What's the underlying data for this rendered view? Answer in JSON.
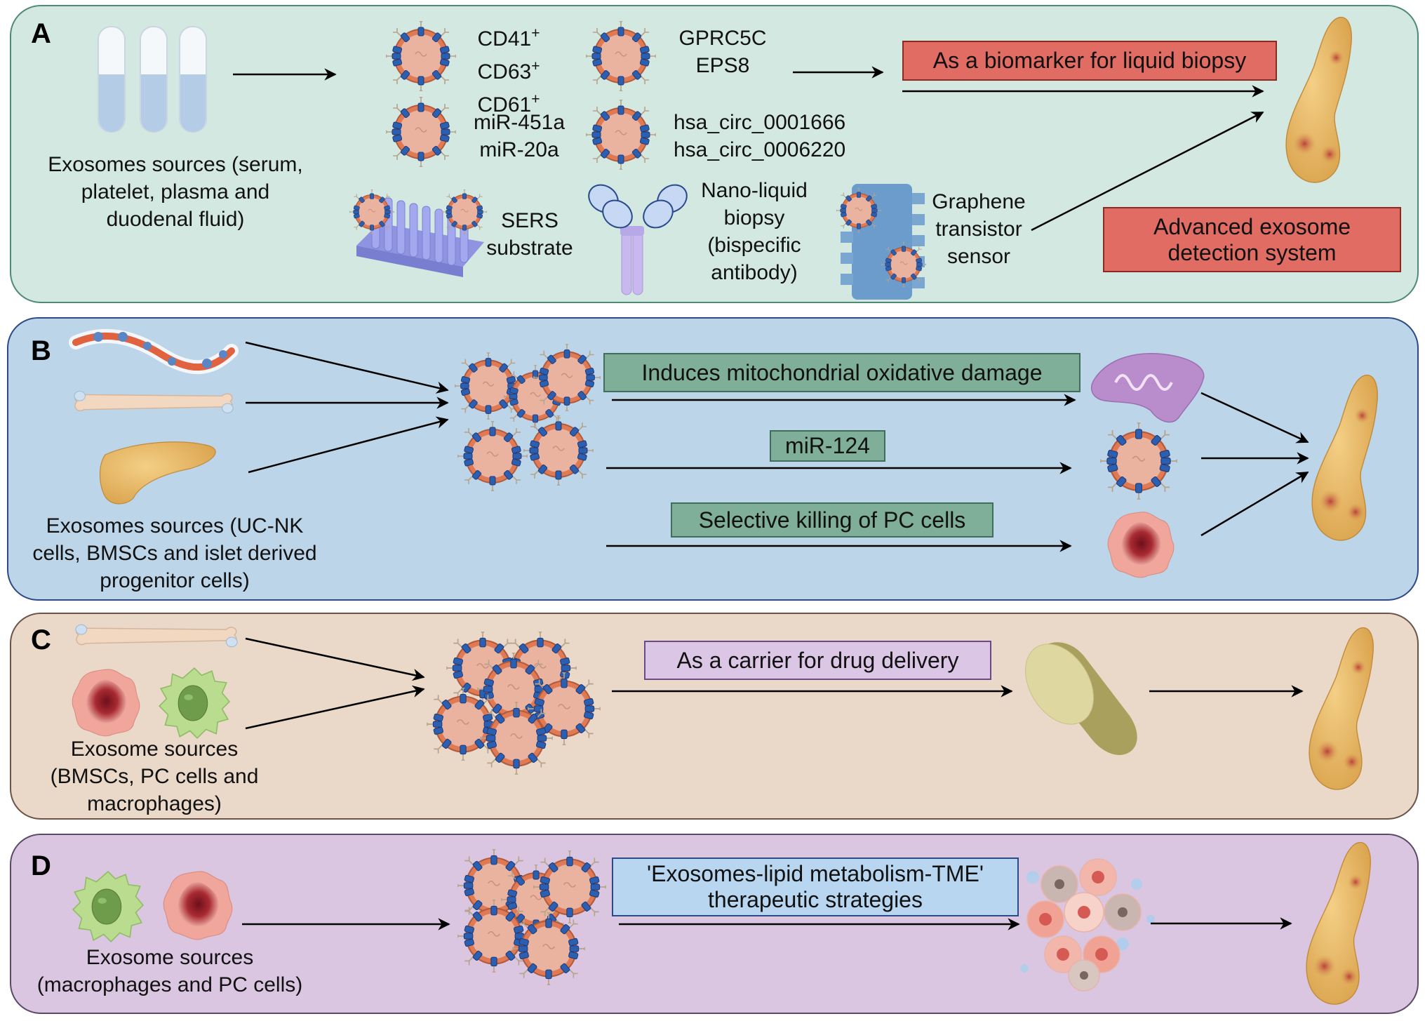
{
  "panels": {
    "A": {
      "label": "A",
      "source_text": "Exosomes sources (serum, platelet, plasma and duodenal fluid)",
      "source_lines": [
        "Exosomes sources (serum,",
        "platelet, plasma and",
        "duodenal fluid)"
      ],
      "markers_1": [
        "CD41",
        "CD63",
        "CD61"
      ],
      "marker_superscript": "+",
      "markers_2": [
        "GPRC5C",
        "EPS8"
      ],
      "markers_3": [
        "miR-451a",
        "miR-20a"
      ],
      "markers_4": [
        "hsa_circ_0001666",
        "hsa_circ_0006220"
      ],
      "sers_lines": [
        "SERS",
        "substrate"
      ],
      "nano_lines": [
        "Nano-liquid",
        "biopsy",
        "(bispecific",
        "antibody)"
      ],
      "graphene_lines": [
        "Graphene",
        "transistor",
        "sensor"
      ],
      "biomarker_box": "As a biomarker for liquid biopsy",
      "advanced_box_lines": [
        "Advanced exosome",
        "detection system"
      ],
      "colors": {
        "background": "#d3e8e0",
        "border": "#4f8a74",
        "box": "#e06c63"
      }
    },
    "B": {
      "label": "B",
      "source_lines": [
        "Exosomes sources (UC-NK",
        "cells, BMSCs and islet derived",
        "progenitor cells)"
      ],
      "mechanisms": [
        {
          "label": "Induces mitochondrial oxidative damage",
          "target_icon": "mitochondrion-icon"
        },
        {
          "label": "miR-124",
          "target_icon": "exosome-icon"
        },
        {
          "label": "Selective killing of PC cells",
          "target_icon": "cancer-cell-icon"
        }
      ],
      "colors": {
        "background": "#bcd5e8",
        "border": "#2d4a86",
        "box": "#7faf98"
      }
    },
    "C": {
      "label": "C",
      "source_lines": [
        "Exosome sources",
        "(BMSCs, PC cells and",
        "macrophages)"
      ],
      "mechanism_box": "As a carrier for drug delivery",
      "colors": {
        "background": "#ead8c8",
        "border": "#6b5446",
        "box": "#dcc6e6"
      }
    },
    "D": {
      "label": "D",
      "source_lines": [
        "Exosome sources",
        "(macrophages and PC cells)"
      ],
      "mechanism_box_lines": [
        "'Exosomes-lipid metabolism-TME'",
        "therapeutic strategies"
      ],
      "colors": {
        "background": "#dac6e0",
        "border": "#5a4a66",
        "box": "#b8d6f0"
      }
    }
  }
}
